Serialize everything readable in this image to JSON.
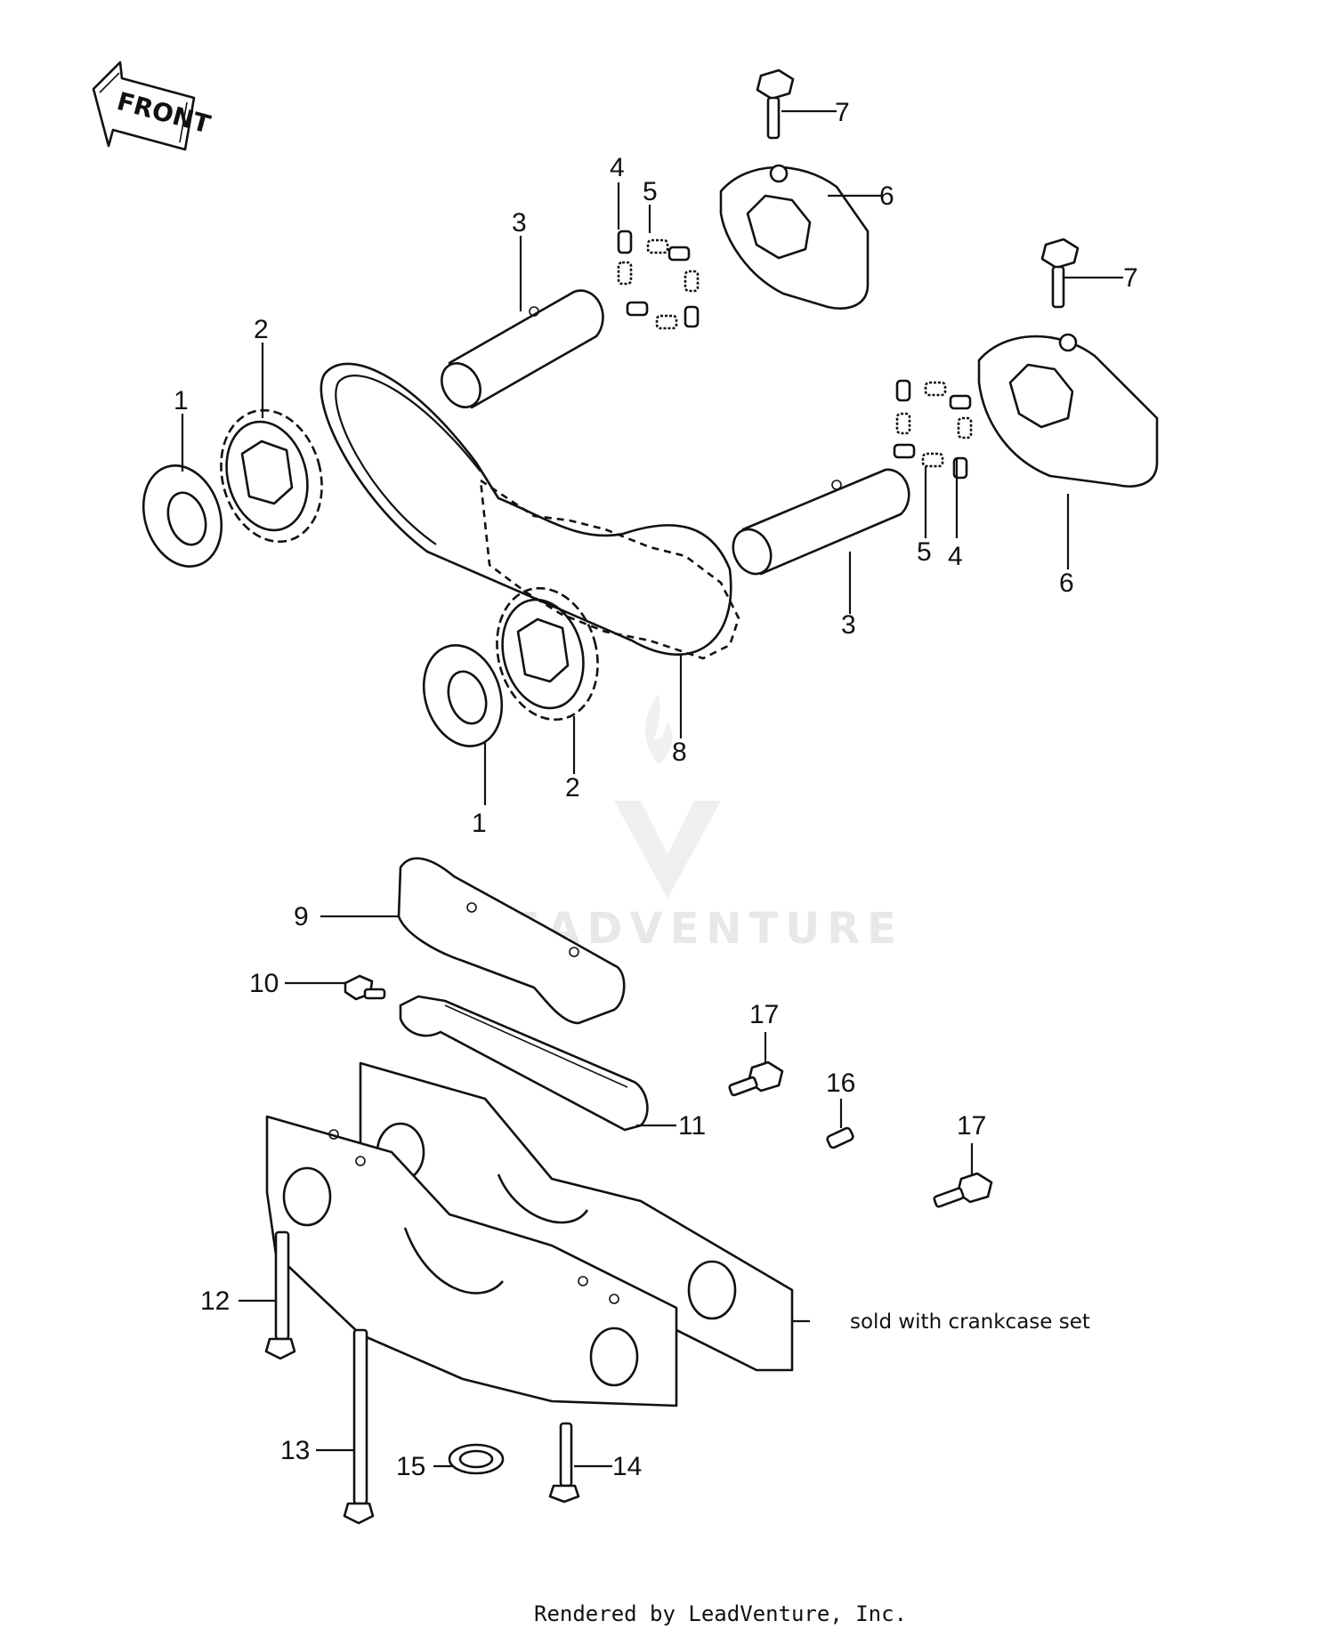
{
  "front_arrow": {
    "text": "FRONT"
  },
  "callouts": {
    "c1a": "1",
    "c1b": "1",
    "c2a": "2",
    "c2b": "2",
    "c3a": "3",
    "c3b": "3",
    "c4a": "4",
    "c4b": "4",
    "c5a": "5",
    "c5b": "5",
    "c6a": "6",
    "c6b": "6",
    "c7a": "7",
    "c7b": "7",
    "c8": "8",
    "c9": "9",
    "c10": "10",
    "c11": "11",
    "c12": "12",
    "c13": "13",
    "c14": "14",
    "c15": "15",
    "c16": "16",
    "c17a": "17",
    "c17b": "17"
  },
  "note": "sold with crankcase set",
  "watermark": "LEADVENTURE",
  "footer": "Rendered by LeadVenture, Inc."
}
